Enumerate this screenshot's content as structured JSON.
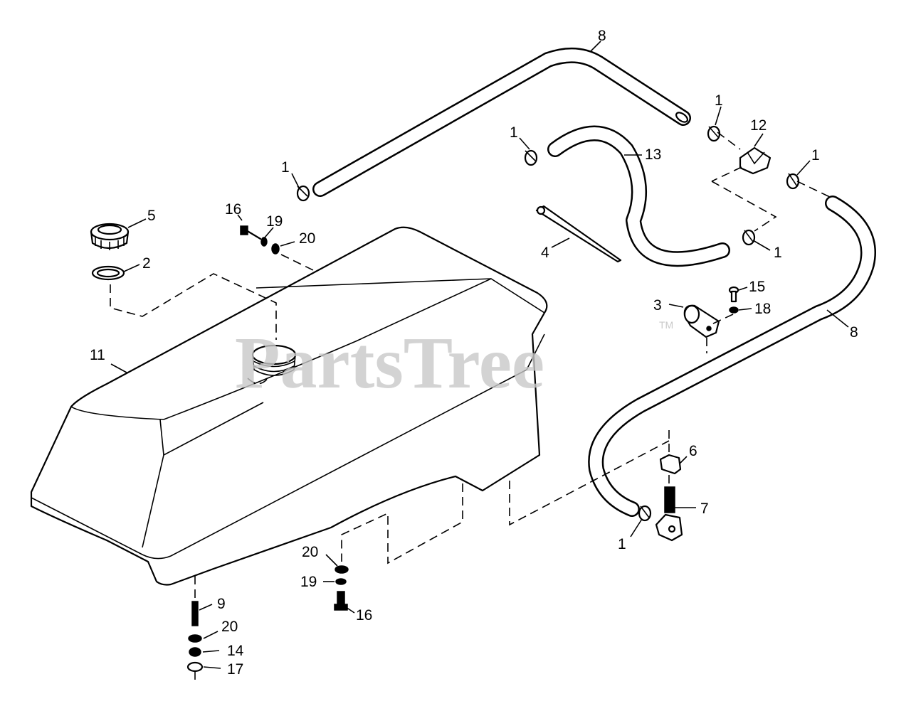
{
  "watermark": {
    "text": "PartsTree",
    "tm": "TM"
  },
  "callouts": {
    "c1a": "1",
    "c1b": "1",
    "c1c": "1",
    "c1d": "1",
    "c1e": "1",
    "c1f": "1",
    "c2": "2",
    "c3": "3",
    "c4": "4",
    "c5": "5",
    "c6": "6",
    "c7": "7",
    "c8a": "8",
    "c8b": "8",
    "c9": "9",
    "c11": "11",
    "c12": "12",
    "c13": "13",
    "c14": "14",
    "c15": "15",
    "c16a": "16",
    "c16b": "16",
    "c17": "17",
    "c18": "18",
    "c19a": "19",
    "c19b": "19",
    "c20a": "20",
    "c20b": "20",
    "c20c": "20"
  }
}
